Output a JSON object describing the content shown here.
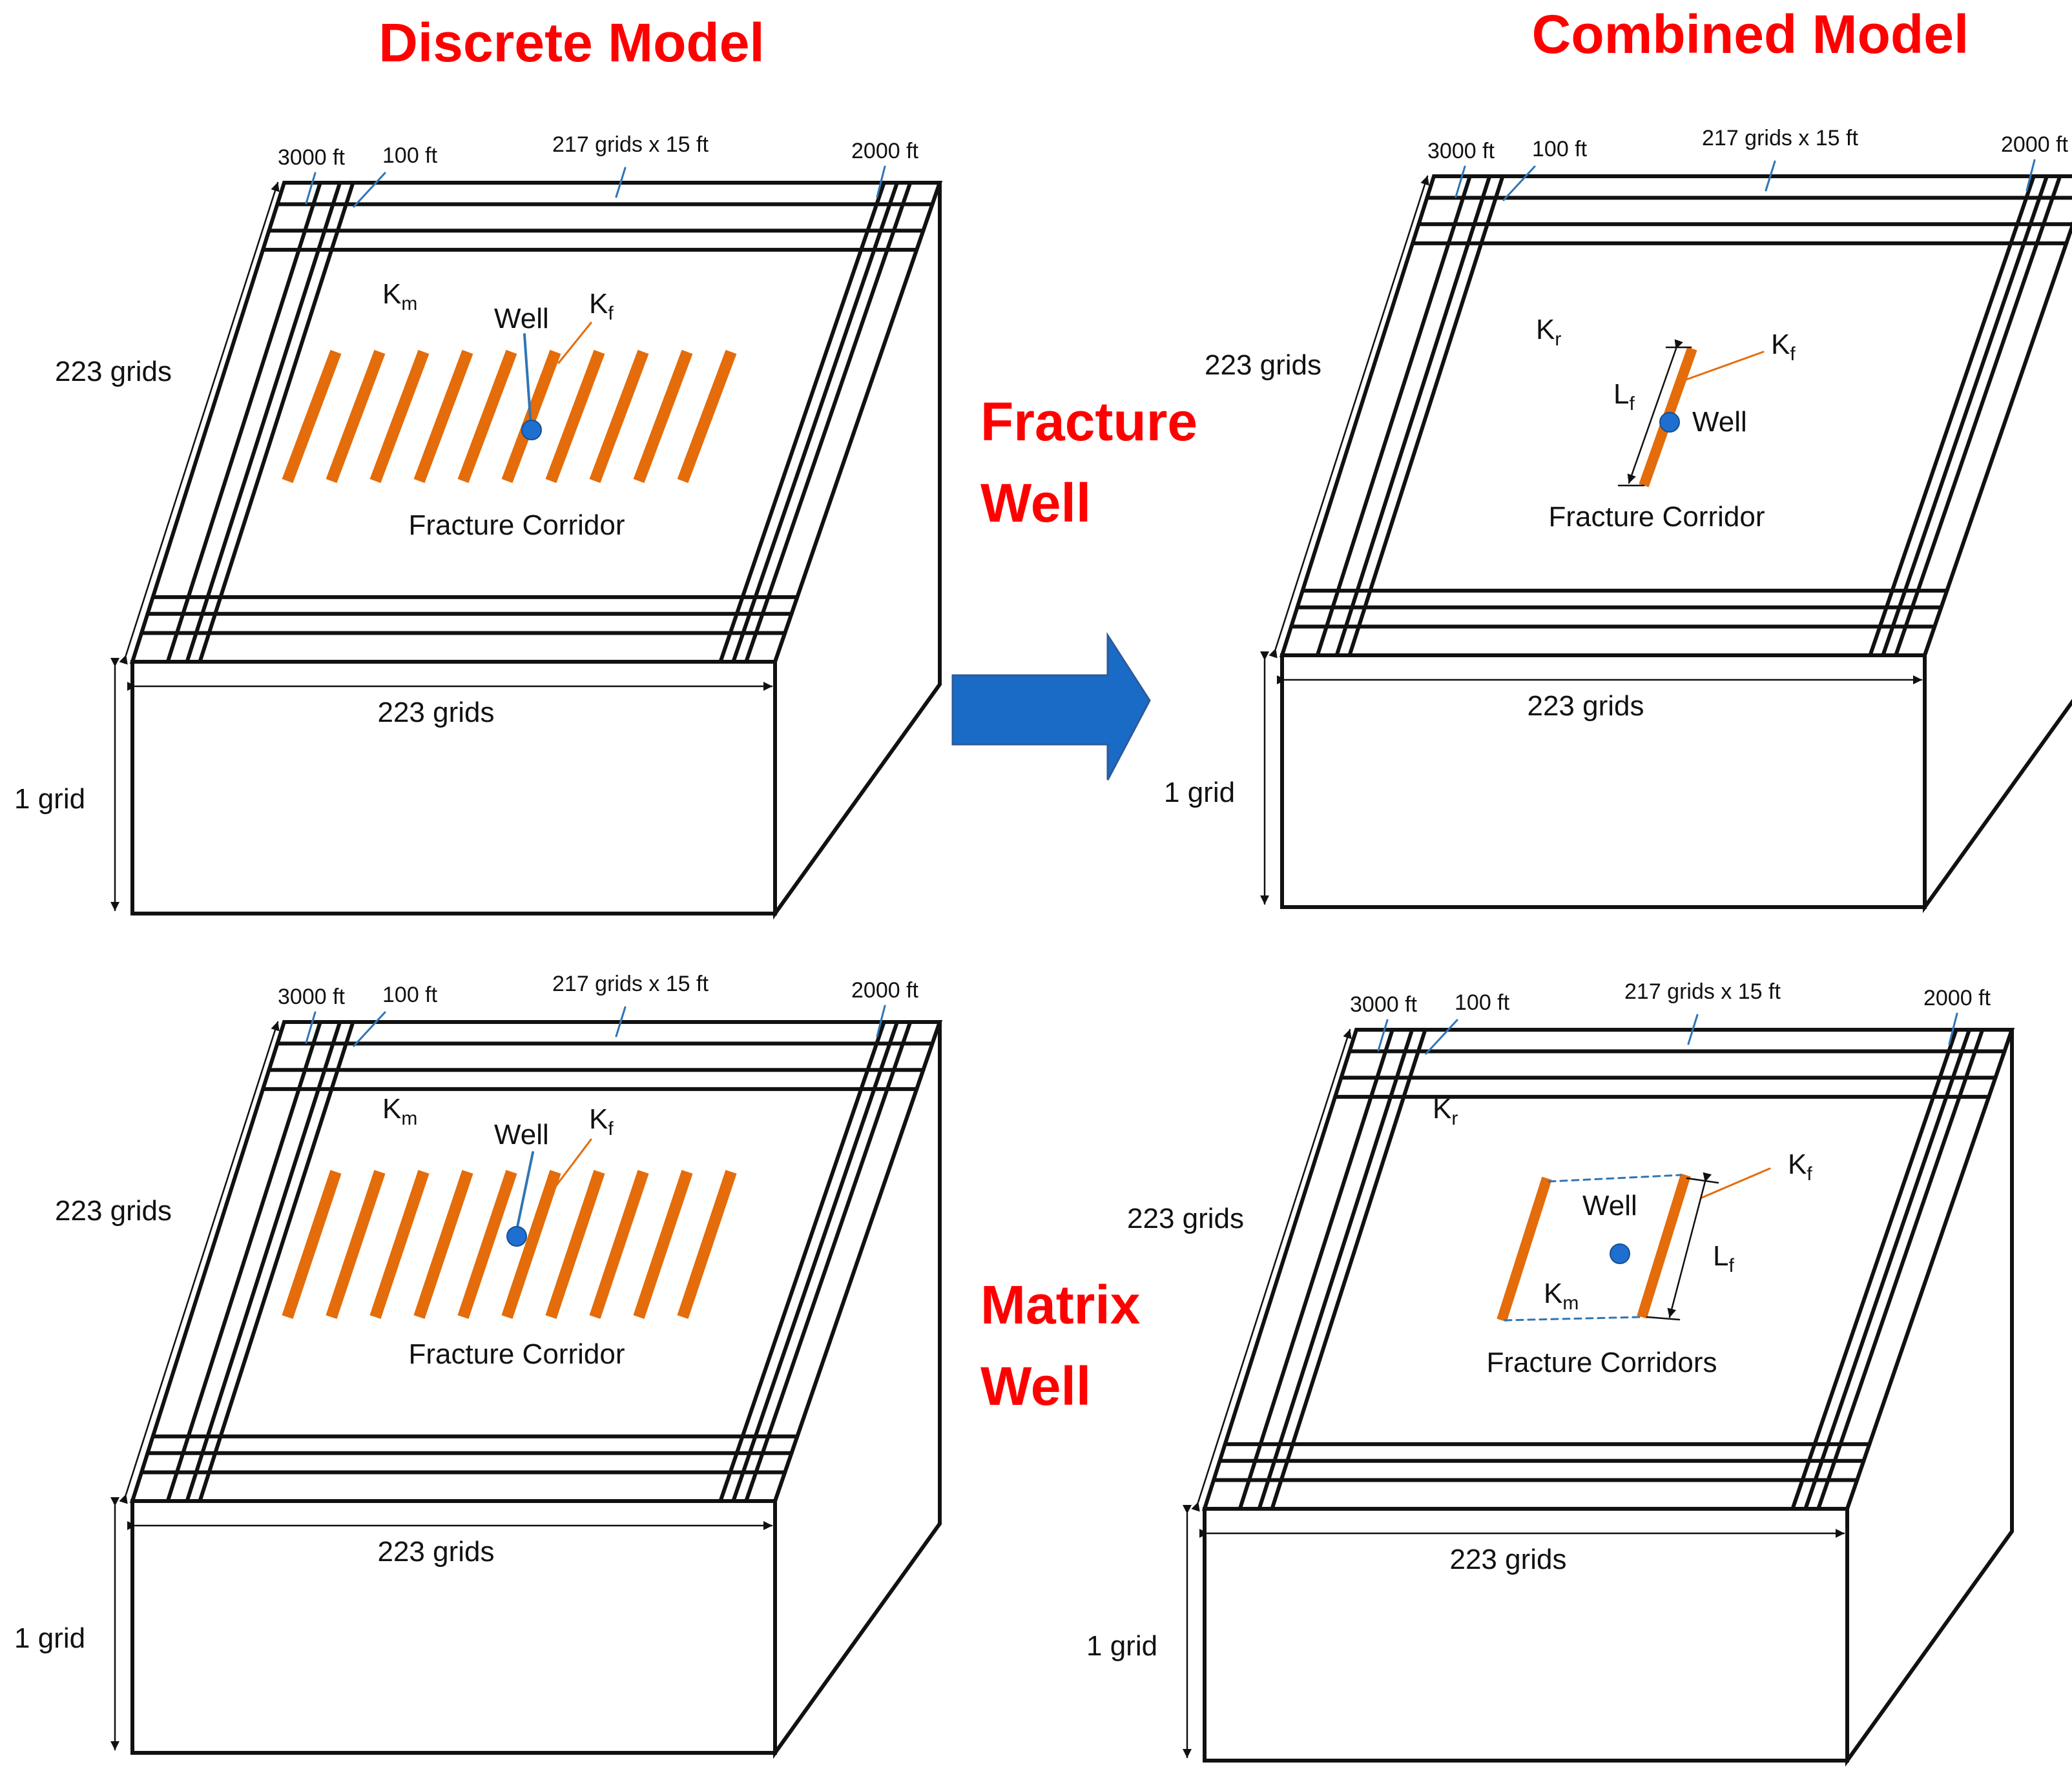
{
  "headings": {
    "discrete": "Discrete Model",
    "combined": "Combined Model"
  },
  "side_labels": {
    "fracture_well": [
      "Fracture",
      "Well"
    ],
    "matrix_well": [
      "Matrix",
      "Well"
    ]
  },
  "colors": {
    "heading": "#ff0000",
    "fracture": "#e46c0a",
    "well": "#1f6fd1",
    "arrow": "#1a6bc6",
    "arrow_edge": "#2e5a9a",
    "leader_blue": "#2f75b5",
    "dashed": "#2f75b5"
  },
  "labels": {
    "dim_3000": "3000 ft",
    "dim_100": "100 ft",
    "dim_217": "217 grids x 15 ft",
    "dim_2000": "2000 ft",
    "grids_223": "223 grids",
    "grid_1": "1 grid",
    "km": "K",
    "km_sub": "m",
    "kf": "K",
    "kf_sub": "f",
    "kr": "K",
    "kr_sub": "r",
    "lf": "L",
    "lf_sub": "f",
    "well": "Well",
    "fracture_corridor": "Fracture Corridor",
    "fracture_corridors": "Fracture Corridors"
  }
}
